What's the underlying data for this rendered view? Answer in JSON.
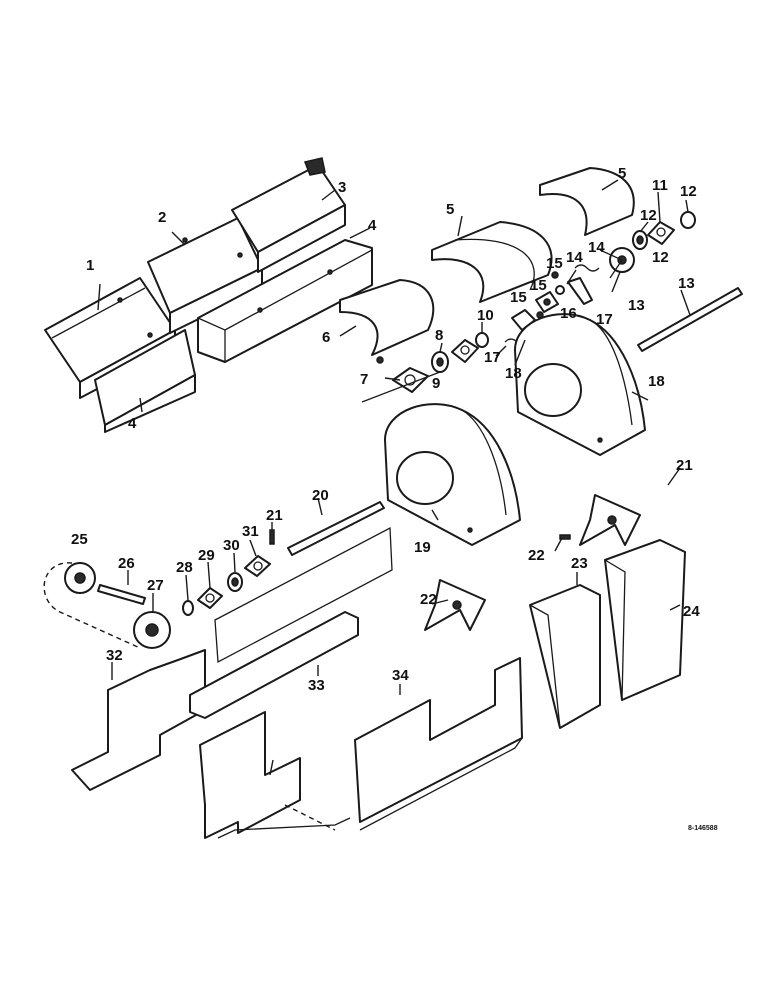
{
  "reference_number": "8-146588",
  "callouts": [
    "1",
    "2",
    "3",
    "4",
    "4",
    "5",
    "5",
    "6",
    "7",
    "8",
    "9",
    "10",
    "11",
    "12",
    "12",
    "12",
    "13",
    "13",
    "14",
    "14",
    "15",
    "15",
    "15",
    "16",
    "17",
    "17",
    "18",
    "18",
    "19",
    "20",
    "21",
    "21",
    "22",
    "22",
    "23",
    "24",
    "25",
    "26",
    "27",
    "28",
    "29",
    "30",
    "31",
    "32",
    "33",
    "34"
  ]
}
